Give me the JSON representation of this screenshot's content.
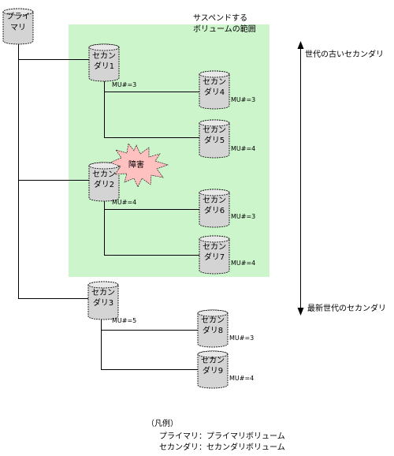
{
  "region_label": [
    "サスペンドする",
    "ボリュームの範囲"
  ],
  "primary": [
    "プライ",
    "マリ"
  ],
  "secondaries": {
    "s1": [
      "セカン",
      "ダリ1"
    ],
    "s2": [
      "セカン",
      "ダリ2"
    ],
    "s3": [
      "セカン",
      "ダリ3"
    ],
    "s4": [
      "セカン",
      "ダリ4"
    ],
    "s5": [
      "セカン",
      "ダリ5"
    ],
    "s6": [
      "セカン",
      "ダリ6"
    ],
    "s7": [
      "セカン",
      "ダリ7"
    ],
    "s8": [
      "セカン",
      "ダリ8"
    ],
    "s9": [
      "セカン",
      "ダリ9"
    ]
  },
  "mu_labels": {
    "s1": "MU#=3",
    "s2": "MU#=4",
    "s3": "MU#=5",
    "s4": "MU#=3",
    "s5": "MU#=4",
    "s6": "MU#=3",
    "s7": "MU#=4",
    "s8": "MU#=3",
    "s9": "MU#=4"
  },
  "failure_label": "障害",
  "arrow_top_label": "世代の古いセカンダリ",
  "arrow_bottom_label": "最新世代のセカンダリ",
  "legend": {
    "title": "（凡例）",
    "rows": [
      {
        "term": "プライマリ",
        "sep": "：",
        "desc": "プライマリボリューム"
      },
      {
        "term": "セカンダリ",
        "sep": "：",
        "desc": "セカンダリボリューム"
      }
    ]
  },
  "colors": {
    "region": "#ccf5cc",
    "cylinder": "#d4d4d4",
    "burst": "#ffc0c0",
    "line": "#000000"
  }
}
